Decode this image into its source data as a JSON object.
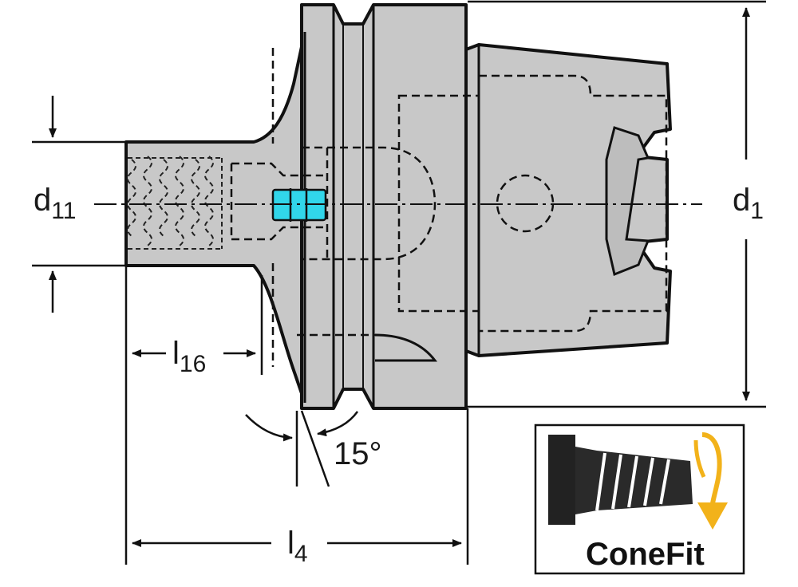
{
  "labels": {
    "d11": {
      "main": "d",
      "sub": "11"
    },
    "d1": {
      "main": "d",
      "sub": "1"
    },
    "l16": {
      "main": "l",
      "sub": "16"
    },
    "l4": {
      "main": "l",
      "sub": "4"
    },
    "angle": "15°"
  },
  "logo": {
    "text": "ConeFit"
  },
  "colors": {
    "body_fill": "#c8c8c8",
    "outline": "#111111",
    "coolant_accent": "#31d6ea",
    "logo_arrow": "#f2b21a"
  }
}
